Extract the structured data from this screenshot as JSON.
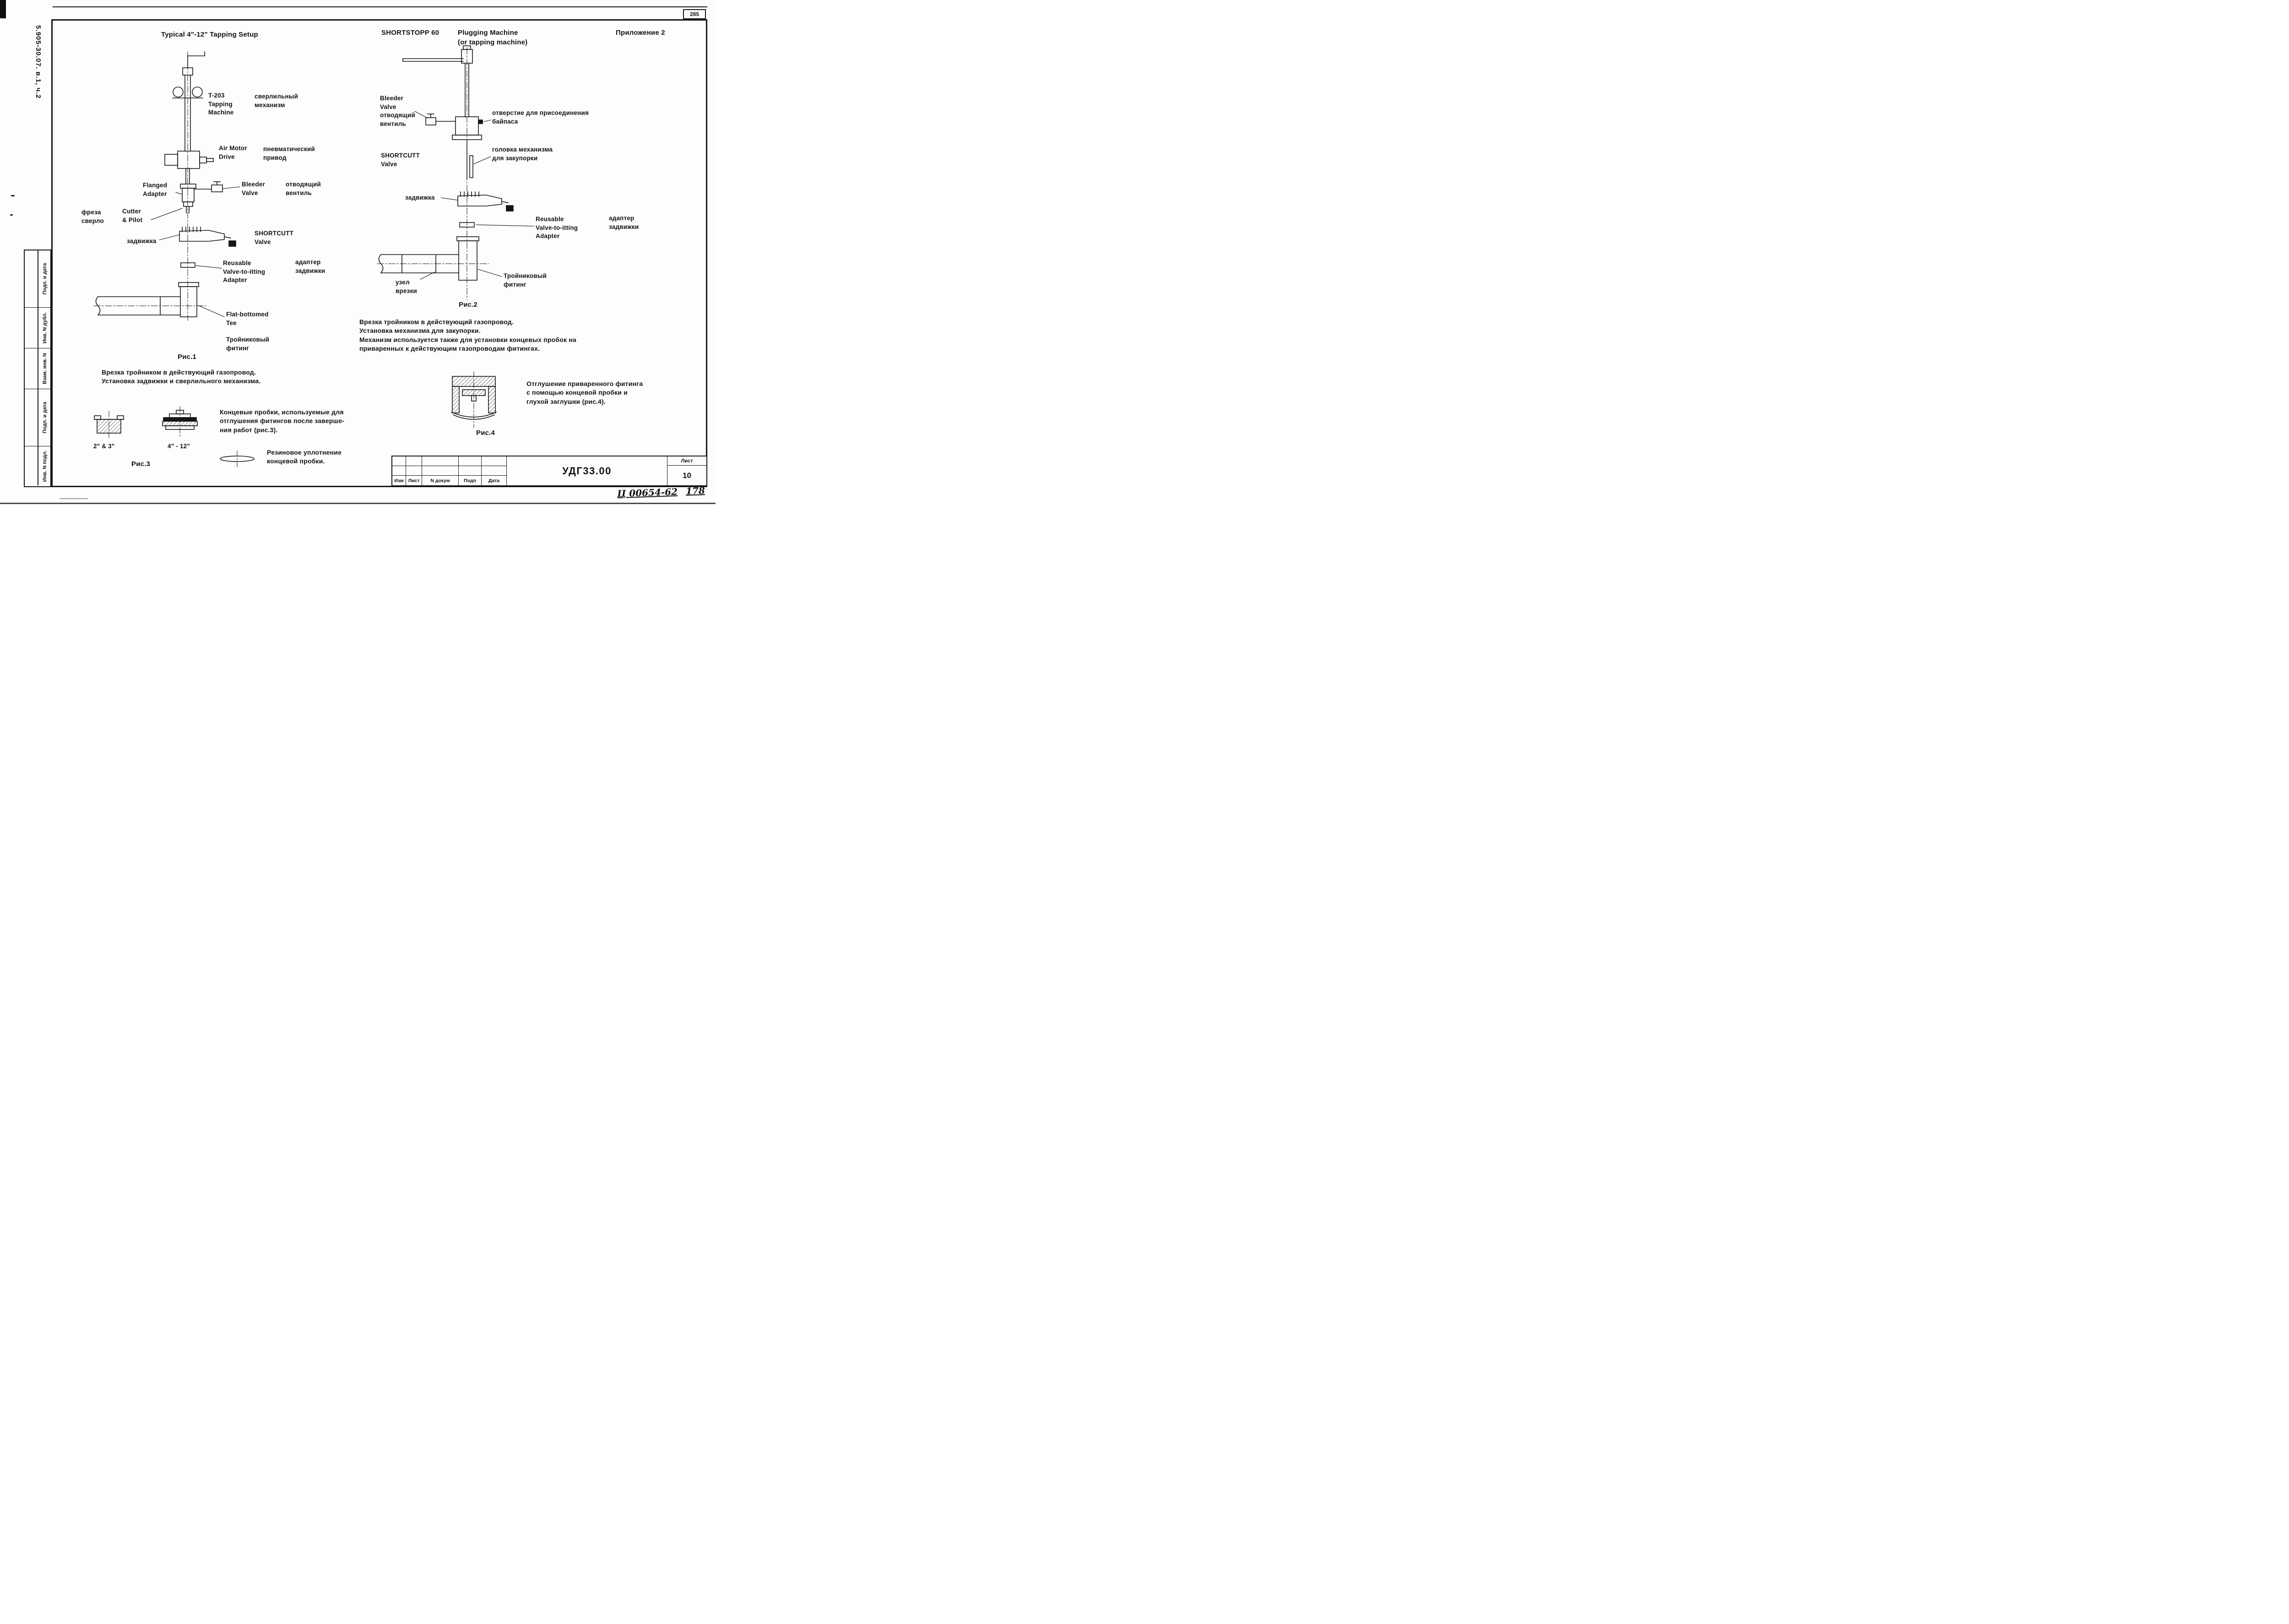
{
  "page": {
    "page_number": "285",
    "doc_code": "5.905-30.07. в.1, ч.2",
    "annex_label": "Приложение 2"
  },
  "margin_stamps": [
    "Подп. и дата",
    "Инв. N дубл.",
    "Взам. инв. N",
    "Подп. и дата",
    "Инв. N подл."
  ],
  "fig1": {
    "title": "Typical 4\"-12\" Tapping Setup",
    "labels": {
      "machine_en": "T-203\nTapping\nMachine",
      "machine_ru": "сверлильный\nмеханизм",
      "air_motor_en": "Air Motor\nDrive",
      "air_motor_ru": "пневматический\nпривод",
      "flanged_adapter": "Flanged\nAdapter",
      "bleeder_en": "Bleeder\nValve",
      "bleeder_ru": "отводящий\nвентиль",
      "cutter_ru": "фреза\nсверло",
      "cutter_en": "Cutter\n& Pilot",
      "gate_ru": "задвижка",
      "shortcutt": "SHORTCUTT\nValve",
      "reusable_adapter_en": "Reusable\nValve-to-itting\nAdapter",
      "reusable_adapter_ru": "адаптер\nзадвижки",
      "tee_en": "Flat-bottomed\nTee",
      "tee_ru": "Тройниковый\nфитинг"
    },
    "caption": "Рис.1",
    "note": "Врезка тройником в действующий газопровод.\nУстановка задвижки и сверлильного механизма."
  },
  "fig2": {
    "title_model": "SHORTSTOPP 60",
    "title_name": "Plugging Machine\n(or tapping machine)",
    "labels": {
      "bleeder": "Bleeder\nValve\nотводящий\nвентиль",
      "bypass_hole": "отверстие для присоединения\nбайпаса",
      "shortcutt": "SHORTCUTT\nValve",
      "plug_head": "головка механизма\nдля закупорки",
      "gate_ru": "задвижка",
      "reusable_adapter_en": "Reusable\nValve-to-itting\nAdapter",
      "reusable_adapter_ru": "адаптер\nзадвижки",
      "tap_point": "узел\nврезки",
      "tee_ru": "Тройниковый\nфитинг"
    },
    "caption": "Рис.2",
    "note": "Врезка тройником в действующий газопровод.\nУстановка механизма для закупорки.\nМеханизм используется также для установки концевых пробок на\nприваренных к действующим газопроводам фитингах."
  },
  "fig3": {
    "size_small": "2\" & 3\"",
    "size_large": "4\" - 12\"",
    "caption": "Рис.3",
    "note": "Концевые пробки, используемые для\nотглушения фитингов после заверше-\nния работ (рис.3).",
    "seal_note": "Резиновое уплотнение\nконцевой пробки."
  },
  "fig4": {
    "caption": "Рис.4",
    "note": "Отглушение приваренного фитинга\nс помощью концевой пробки и\nглухой заглушки (рис.4)."
  },
  "title_block": {
    "doc_number": "УДГ33.00",
    "sheet_label": "Лист",
    "sheet_number": "10",
    "columns": [
      "Изм",
      "Лист",
      "N докум",
      "Подп",
      "Дата"
    ],
    "handwritten_code": "Ц 00654-62",
    "handwritten_page": "178"
  }
}
